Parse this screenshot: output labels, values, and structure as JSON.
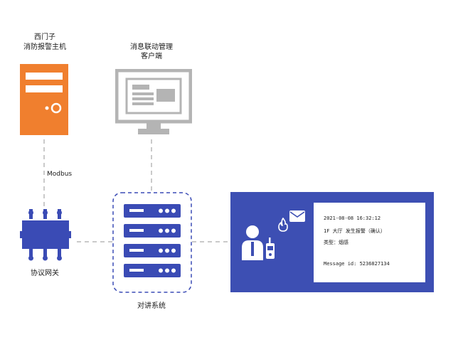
{
  "nodes": {
    "fire_host": {
      "label_line1": "西门子",
      "label_line2": "消防报警主机",
      "color": "#f07f2e"
    },
    "client": {
      "label_line1": "消息联动管理",
      "label_line2": "客户端",
      "color": "#b4b4b4"
    },
    "gateway": {
      "label": "协议网关",
      "color": "#3a4bb5"
    },
    "intercom": {
      "label": "对讲系统",
      "color": "#3a4bb5"
    }
  },
  "links": {
    "modbus_label": "Modbus"
  },
  "message_panel": {
    "bg_color": "#3d4fb3",
    "datetime": "2021-08-08  16:32:12",
    "event": "1F 大厅 发生报警（确认）",
    "type": "类型：烟感",
    "message_id": "Message id: 5236827134"
  }
}
